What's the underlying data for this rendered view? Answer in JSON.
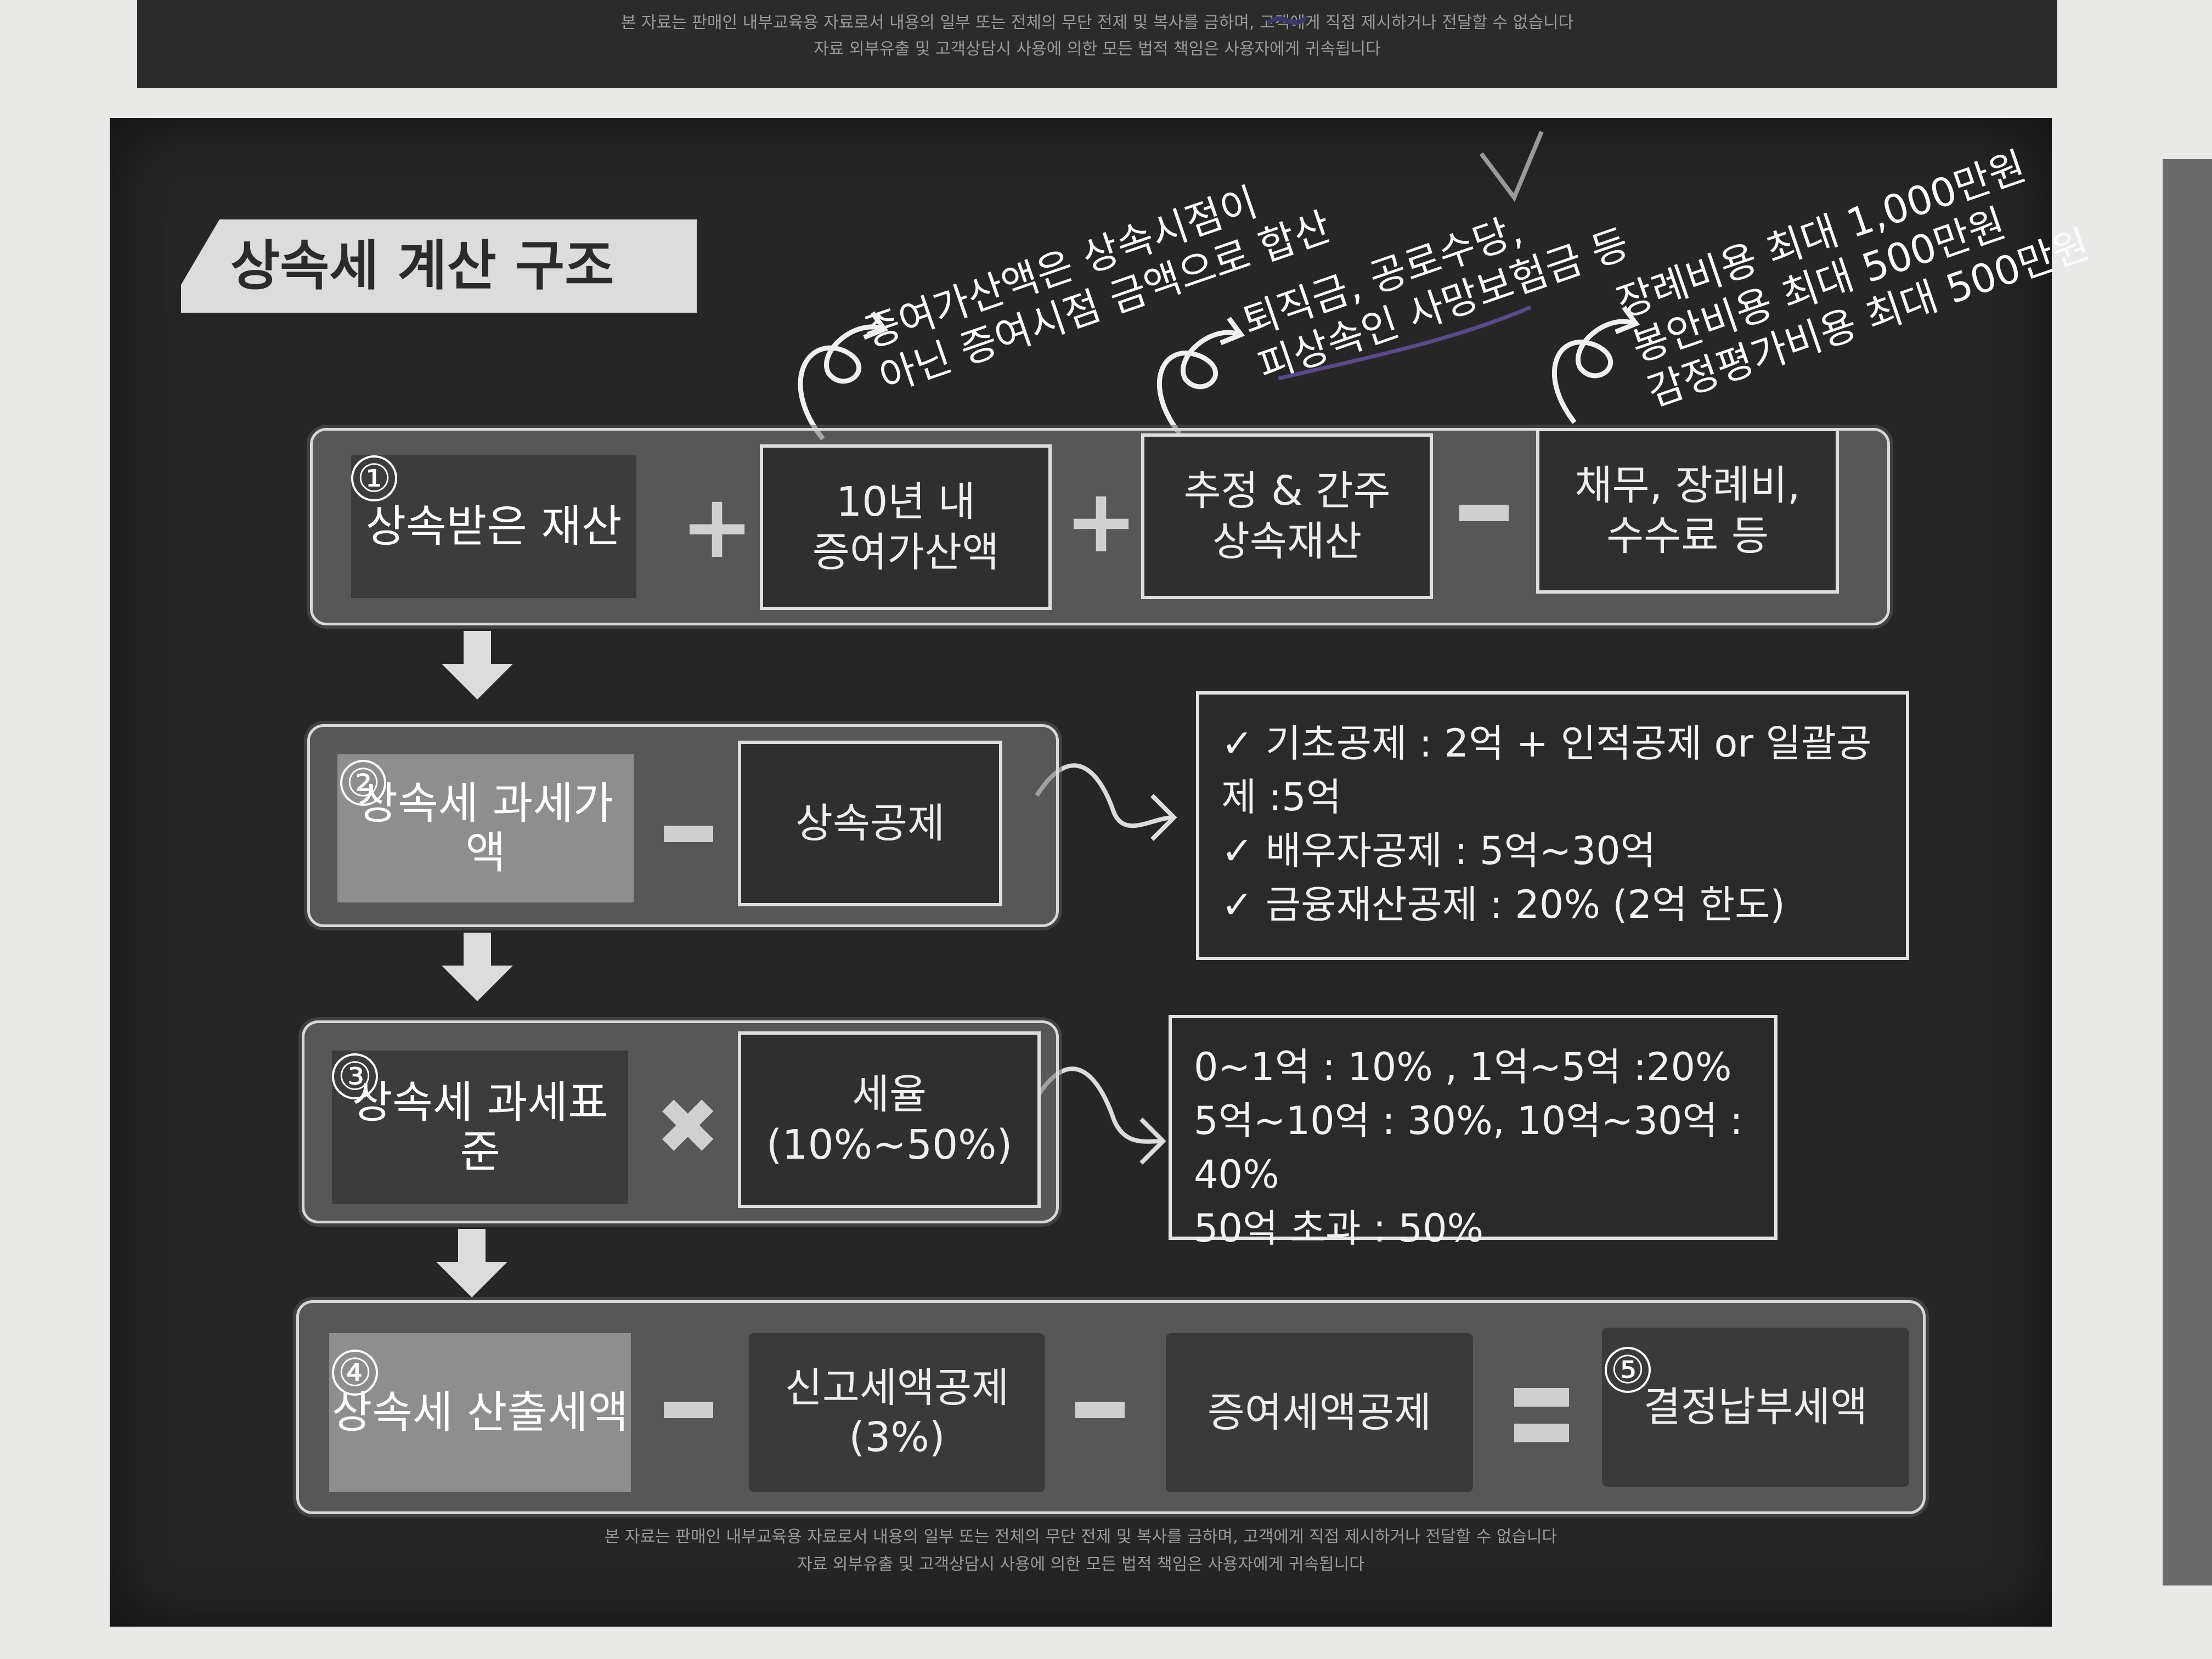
{
  "notice": {
    "line1": "본 자료는 판매인 내부교육용 자료로서 내용의 일부 또는 전체의 무단 전제 및 복사를 금하며, 고객에게 직접 제시하거나 전달할 수 없습니다",
    "line2": "자료 외부유출 및 고객상담시 사용에 의한 모든 법적 책임은 사용자에게 귀속됩니다"
  },
  "title": "상속세 계산 구조",
  "row1": {
    "number": "①",
    "lead": "상속받은 재산",
    "box1_line1": "10년 내",
    "box1_line2": "증여가산액",
    "box2_line1": "추정 & 간주",
    "box2_line2": "상속재산",
    "box3_line1": "채무, 장례비,",
    "box3_line2": "수수료 등",
    "op1": "+",
    "op2": "+"
  },
  "row2": {
    "number": "②",
    "lead": "상속세 과세가액",
    "box": "상속공제",
    "info": [
      "✓  기초공제 : 2억 + 인적공제  or 일괄공제 :5억",
      "✓  배우자공제 : 5억~30억",
      "✓  금융재산공제  : 20% (2억 한도)"
    ]
  },
  "row3": {
    "number": "③",
    "lead": "상속세 과세표준",
    "op": "✖",
    "box_line1": "세율",
    "box_line2": "(10%~50%)",
    "info": [
      "0~1억 : 10% , 1억~5억 :20%",
      "5억~10억 : 30%, 10억~30억 : 40%",
      "50억 초과 : 50%"
    ]
  },
  "row4": {
    "number": "④",
    "lead": "상속세 산출세액",
    "box1_line1": "신고세액공제",
    "box1_line2": "(3%)",
    "box2": "증여세액공제",
    "result_number": "⑤",
    "result": "결정납부세액"
  },
  "notes": {
    "note1_line1": "증여가산액은 상속시점이",
    "note1_line2": "아닌 증여시점 금액으로 합산",
    "note2_line1": "퇴직금, 공로수당,",
    "note2_line2": "피상속인 사망보험금 등",
    "note3_line1": "장례비용 최대 1,000만원",
    "note3_line2": "봉안비용 최대 500만원",
    "note3_line3": "감정평가비용 최대 500만원"
  }
}
